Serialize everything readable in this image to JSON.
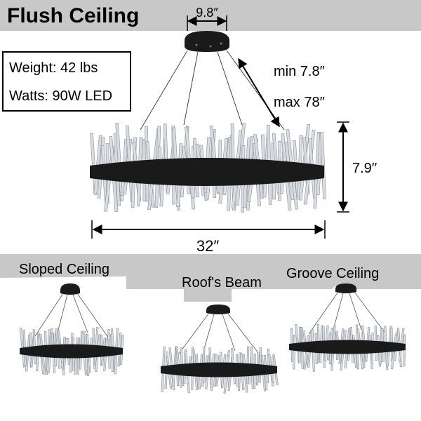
{
  "top": {
    "title": "Flush Ceiling",
    "canopy_width": "9.8″",
    "chain_min": "min 7.8″",
    "chain_max": "max 78″",
    "fixture_height": "7.9′′",
    "fixture_diameter": "32″"
  },
  "specs": {
    "weight": "Weight: 42 lbs",
    "watts": "Watts: 90W LED"
  },
  "variants": {
    "sloped": "Sloped Ceiling",
    "beam": "Roof's Beam",
    "groove": "Groove Ceiling"
  },
  "colors": {
    "ceiling": "#c8c8c8",
    "fixture": "#1a1a1a",
    "crystal": "#d9dde2"
  }
}
